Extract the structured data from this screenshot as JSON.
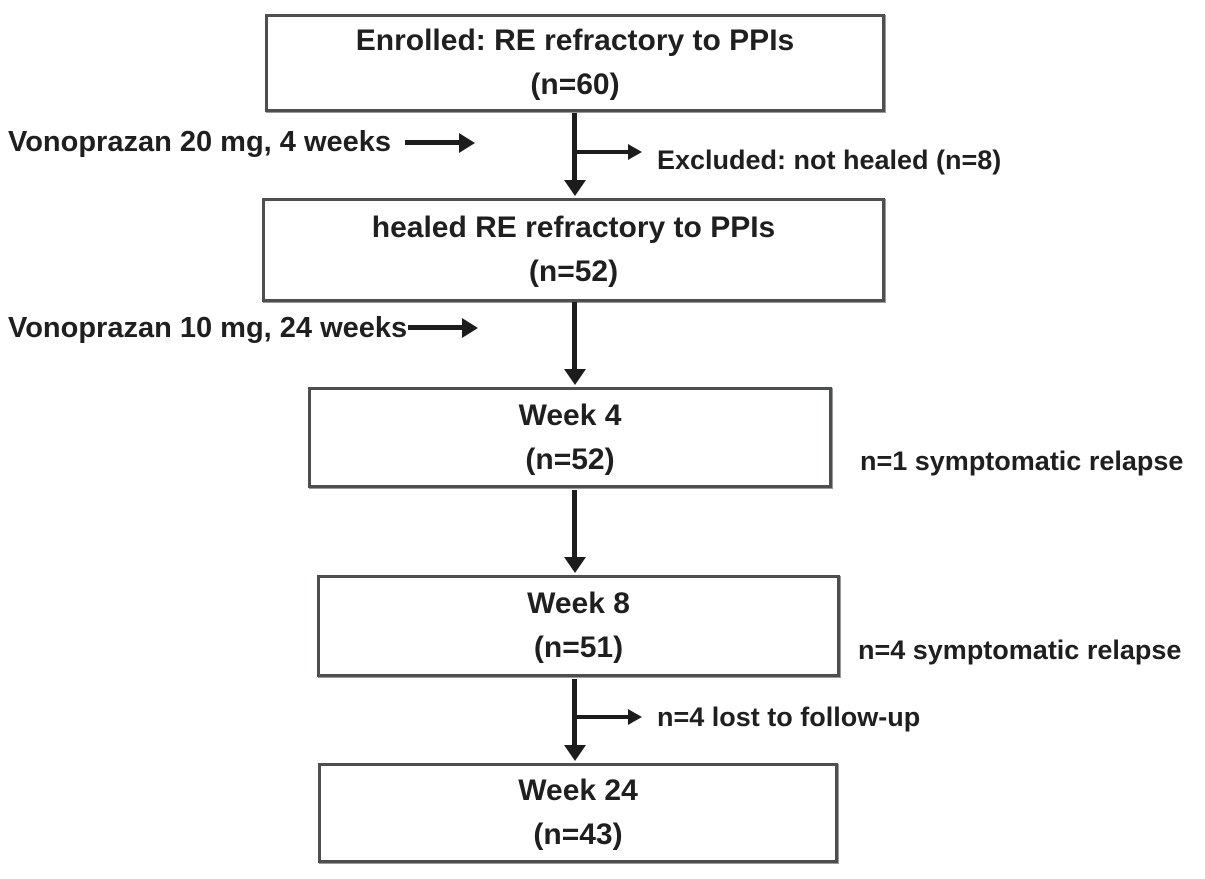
{
  "diagram": {
    "boxes": [
      {
        "line1": "Enrolled: RE refractory to PPIs",
        "line2": "(n=60)"
      },
      {
        "line1": "healed RE refractory to PPIs",
        "line2": "(n=52)"
      },
      {
        "line1": "Week 4",
        "line2": "(n=52)"
      },
      {
        "line1": "Week 8",
        "line2": "(n=51)"
      },
      {
        "line1": "Week 24",
        "line2": "(n=43)"
      }
    ],
    "treatment_labels": [
      {
        "text": "Vonoprazan 20 mg, 4 weeks"
      },
      {
        "text": "Vonoprazan 10 mg, 24 weeks"
      }
    ],
    "branch_labels": [
      {
        "text": "Excluded: not healed (n=8)"
      },
      {
        "text": "n=4 lost to follow-up"
      }
    ],
    "relapse_labels": [
      {
        "text": "n=1 symptomatic relapse"
      },
      {
        "text": "n=4 symptomatic relapse"
      }
    ],
    "colors": {
      "line": "#1c1c1c",
      "box_border": "#4d4e50",
      "text": "#1f1f1f",
      "background": "#ffffff"
    }
  }
}
